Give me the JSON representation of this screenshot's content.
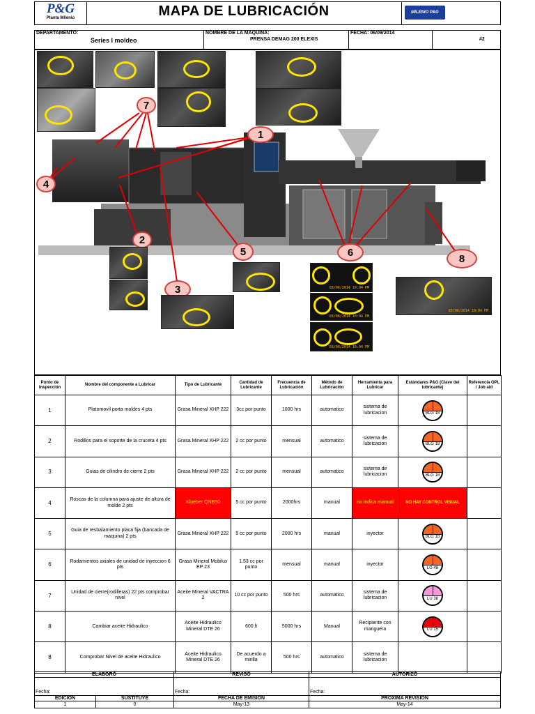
{
  "header": {
    "brand": "P&G",
    "plant": "Planta Milenio",
    "title": "MAPA DE LUBRICACIÓN",
    "right_logo": "MILENIO P&G"
  },
  "info": {
    "dept_label": "DEPARTAMENTO:",
    "dept_value": "Series I moldeo",
    "machine_label": "NOMBRE DE LA MAQUINA:",
    "machine_value": "PRENSA DEMAG 200 ELEXIS",
    "date_label": "FECHA: 06/09/2014",
    "sheet_number": "#2"
  },
  "callouts": [
    "1",
    "2",
    "3",
    "4",
    "5",
    "6",
    "7",
    "8"
  ],
  "photo_stamp": "03/06/2014  10:04 PM",
  "table": {
    "headers": [
      "Punto de Inspección",
      "Nombre del componente a Lubricar",
      "Tipo de Lubricante",
      "Cantidad de Lubricante",
      "Frecuencia de Lubricación",
      "Método de Lubricación",
      "Herramienta para Lubricar",
      "Estándares P&G (Clave del lubricante)",
      "Referencia OPL / Job aid"
    ],
    "rows": [
      {
        "point": "1",
        "component": "Platomovil porta moldes 4 pts",
        "type": "Grasa Mineral XHP 222",
        "qty": "3cc por punto",
        "freq": "1000 hrs",
        "method": "automatico",
        "tool": "sistema de lubricacion",
        "std": "BLG 18",
        "ref": ""
      },
      {
        "point": "2",
        "component": "Rodillos para el soporte de la cruceta 4 pts",
        "type": "Grasa Mineral XHP 222",
        "qty": "2 cc por punto",
        "freq": "mensual",
        "method": "automatico",
        "tool": "sistema de lubricacion",
        "std": "BLG 18",
        "ref": ""
      },
      {
        "point": "3",
        "component": "Guias de cilindro de cierre 2 pts",
        "type": "Grasa Mineral XHP 222",
        "qty": "2 cc por punto",
        "freq": "mensual",
        "method": "automatico",
        "tool": "sistema de lubricacion",
        "std": "BLG 18",
        "ref": ""
      },
      {
        "point": "4",
        "component": "Roscas de la columna para ajuste de altura de molde 2 pts",
        "type": "Klueber QNB50",
        "qty": "5 cc por punto",
        "freq": "2000hrs",
        "method": "manual",
        "tool": "no indica manual",
        "std": "NO HAY CONTROL VISUAL",
        "ref": ""
      },
      {
        "point": "5",
        "component": "Guia de resbalamiento placa fija (bancada de maquina) 2 pts",
        "type": "Grasa Mineral XHP 222",
        "qty": "5 cc por punto",
        "freq": "2000 hrs",
        "method": "manual",
        "tool": "inyector",
        "std": "BLG 18",
        "ref": ""
      },
      {
        "point": "6",
        "component": "Rodamientos axiales de unidad de inyeccion 6 pts",
        "type": "Grasa Mineral Mobilux EP 23",
        "qty": "1.53 cc por punto",
        "freq": "mensual",
        "method": "manual",
        "tool": "inyector",
        "std": "LG 48",
        "ref": ""
      },
      {
        "point": "7",
        "component": "Unidad de cierre(rodilleras) 22 pts comprobar nivel",
        "type": "Aceite Mineral VACTRA 2",
        "qty": "10 cc por punto",
        "freq": "500 hrs",
        "method": "automatico",
        "tool": "sistema de lubricacion",
        "std": "LU 38",
        "ref": ""
      },
      {
        "point": "8",
        "component": "Cambiar aceite Hidraulico",
        "type": "Aceite Hidraulico Mineral DTE 26",
        "qty": "600 lt",
        "freq": "5000 hrs",
        "method": "Manual",
        "tool": "Recipiente con manguera",
        "std": "LU 15",
        "ref": ""
      },
      {
        "point": "8",
        "component": "Comprobar Nivel de aceite Hidraulico",
        "type": "Aceite Hidraulico Mineral DTE 26",
        "qty": "De acuerdo a mirilla",
        "freq": "500 hrs",
        "method": "automatico",
        "tool": "sistema de lubricacion",
        "std": "",
        "ref": ""
      }
    ]
  },
  "std_colors": [
    "#f26522",
    "#f26522",
    "#f26522",
    "",
    "#f26522",
    "#f26522",
    "#f49ad8",
    "#e8000b",
    ""
  ],
  "footer": {
    "elaboro": "ELABORÓ",
    "reviso": "REVISÓ",
    "autorizo": "AUTORIZÓ",
    "fecha": "Fecha:",
    "edicion_label": "EDICION",
    "edicion_value": "1",
    "sustituye_label": "SUSTITUYE",
    "sustituye_value": "0",
    "emision_label": "FECHA DE EMISION",
    "emision_value": "May-13",
    "revision_label": "PROXIMA REVISION",
    "revision_value": "May-14"
  }
}
